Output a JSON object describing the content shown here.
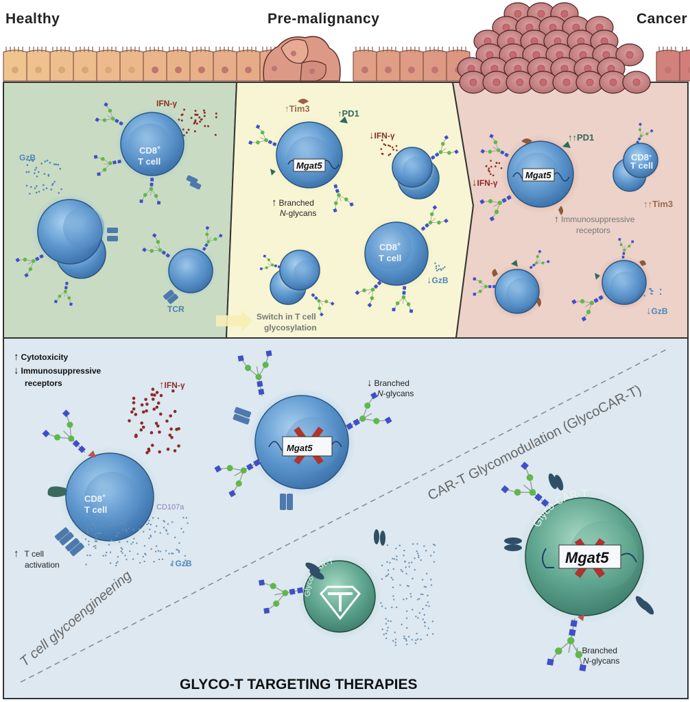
{
  "stages": {
    "healthy": "Healthy",
    "premalignancy": "Pre-malignancy",
    "cancer": "Cancer"
  },
  "colors": {
    "healthy_bg": "#c9dcc3",
    "premalignant_bg": "#f7f5d4",
    "cancer_bg": "#ecd2c8",
    "therapy_bg": "#dde8f0",
    "tcell_blue": "#5b93c9",
    "glyco_car_t_green": "#5fa58f",
    "ifn_red": "#8d2b25",
    "pd1_green": "#2f6b5b",
    "tim3_brown": "#9c6a52",
    "gzb_blue": "#4c86b8"
  },
  "healthy_panel": {
    "ifn_label": "IFN-γ",
    "gzb_label": "GzB",
    "cd8_label_line1": "CD8",
    "cd8_superscript": "+",
    "cd8_label_line2": "T cell",
    "tcr_label": "TCR"
  },
  "premalignant_panel": {
    "tim3_label": "Tim3",
    "pd1_label": "PD1",
    "ifn_label": "IFN-γ",
    "gene_label": "Mgat5",
    "branched_line1": "Branched",
    "branched_line2_italic": "N",
    "branched_line2_rest": "-glycans",
    "cd8_label_line1": "CD8",
    "cd8_superscript": "+",
    "cd8_label_line2": "T cell",
    "gzb_label": "GzB",
    "switch_line1": "Switch in T cell",
    "switch_line2": "glycosylation"
  },
  "cancer_panel": {
    "pd1_label": "PD1",
    "ifn_label": "IFN-γ",
    "gene_label": "Mgat5",
    "cd8_label_line1": "CD8",
    "cd8_superscript": "+",
    "cd8_label_line2": "T cell",
    "tim3_label": "Tim3",
    "immuno_line1": "Immunosuppressive",
    "immuno_line2": "receptors",
    "gzb_label": "GzB"
  },
  "therapy_panel": {
    "effects": [
      {
        "arrow": "up",
        "text": "Cytotoxicity"
      },
      {
        "arrow": "down",
        "text": "Immunosuppressive"
      },
      {
        "arrow": "none",
        "text": "receptors"
      }
    ],
    "ifn_label": "IFN-γ",
    "cd8_label_line1": "CD8",
    "cd8_superscript": "+",
    "cd8_label_line2": "T cell",
    "cd107a_label": "CD107a",
    "activation_line1": "T cell",
    "activation_line2": "activation",
    "gzb_label": "GzB",
    "knockout_gene": "Mgat5",
    "branched_line1": "Branched",
    "branched_line2_italic": "N",
    "branched_line2_rest": "-glycans",
    "glycomodulation_label": "CAR-T Glycomodulation (GlycoCAR-T)",
    "glycoengineering_label": "T cell glycoengineering",
    "glyco_car_t_label": "Glyco-CAR-T",
    "glyco_car_t_label_2": "Glyco-CAR-T",
    "knockout_gene_2": "Mgat5",
    "branched2_line1": "Branched",
    "branched2_line2_italic": "N",
    "branched2_line2_rest": "-glycans",
    "title": "GLYCO-T TARGETING THERAPIES"
  }
}
